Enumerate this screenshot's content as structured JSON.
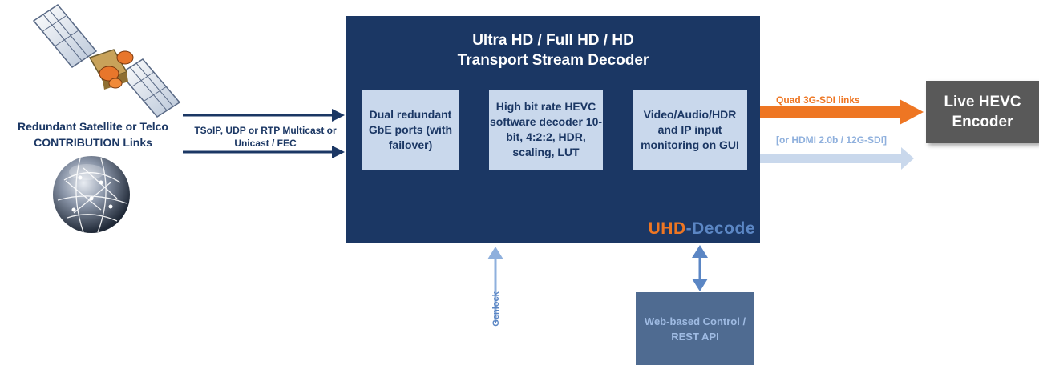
{
  "main_block": {
    "title_line1": "Ultra HD / Full HD / HD",
    "title_line2": "Transport Stream Decoder",
    "brand_part1": "UHD",
    "brand_part2": "-Decode"
  },
  "boxes": {
    "ports": "Dual redundant GbE ports (with failover)",
    "decoder": "High bit rate HEVC software decoder 10-bit, 4:2:2, HDR, scaling, LUT",
    "monitor": "Video/Audio/HDR and IP input monitoring on GUI"
  },
  "inputs": {
    "source_label": "Redundant Satellite or Telco CONTRIBUTION Links",
    "protocol_label": "TSoIP, UDP or RTP Multicast or Unicast / FEC"
  },
  "outputs": {
    "primary_label": "Quad 3G-SDI links",
    "alternate_label": "[or HDMI 2.0b / 12G-SDI]",
    "encoder_label": "Live HEVC Encoder"
  },
  "genlock_label": "Genlock",
  "control_label": "Web-based Control / REST API",
  "colors": {
    "navy": "#1b3764",
    "orange": "#ee7623",
    "light_blue": "#c9d8ec",
    "mid_blue": "#5b86c4",
    "gray": "#595959"
  },
  "icons": [
    "satellite-icon",
    "globe-icon"
  ]
}
